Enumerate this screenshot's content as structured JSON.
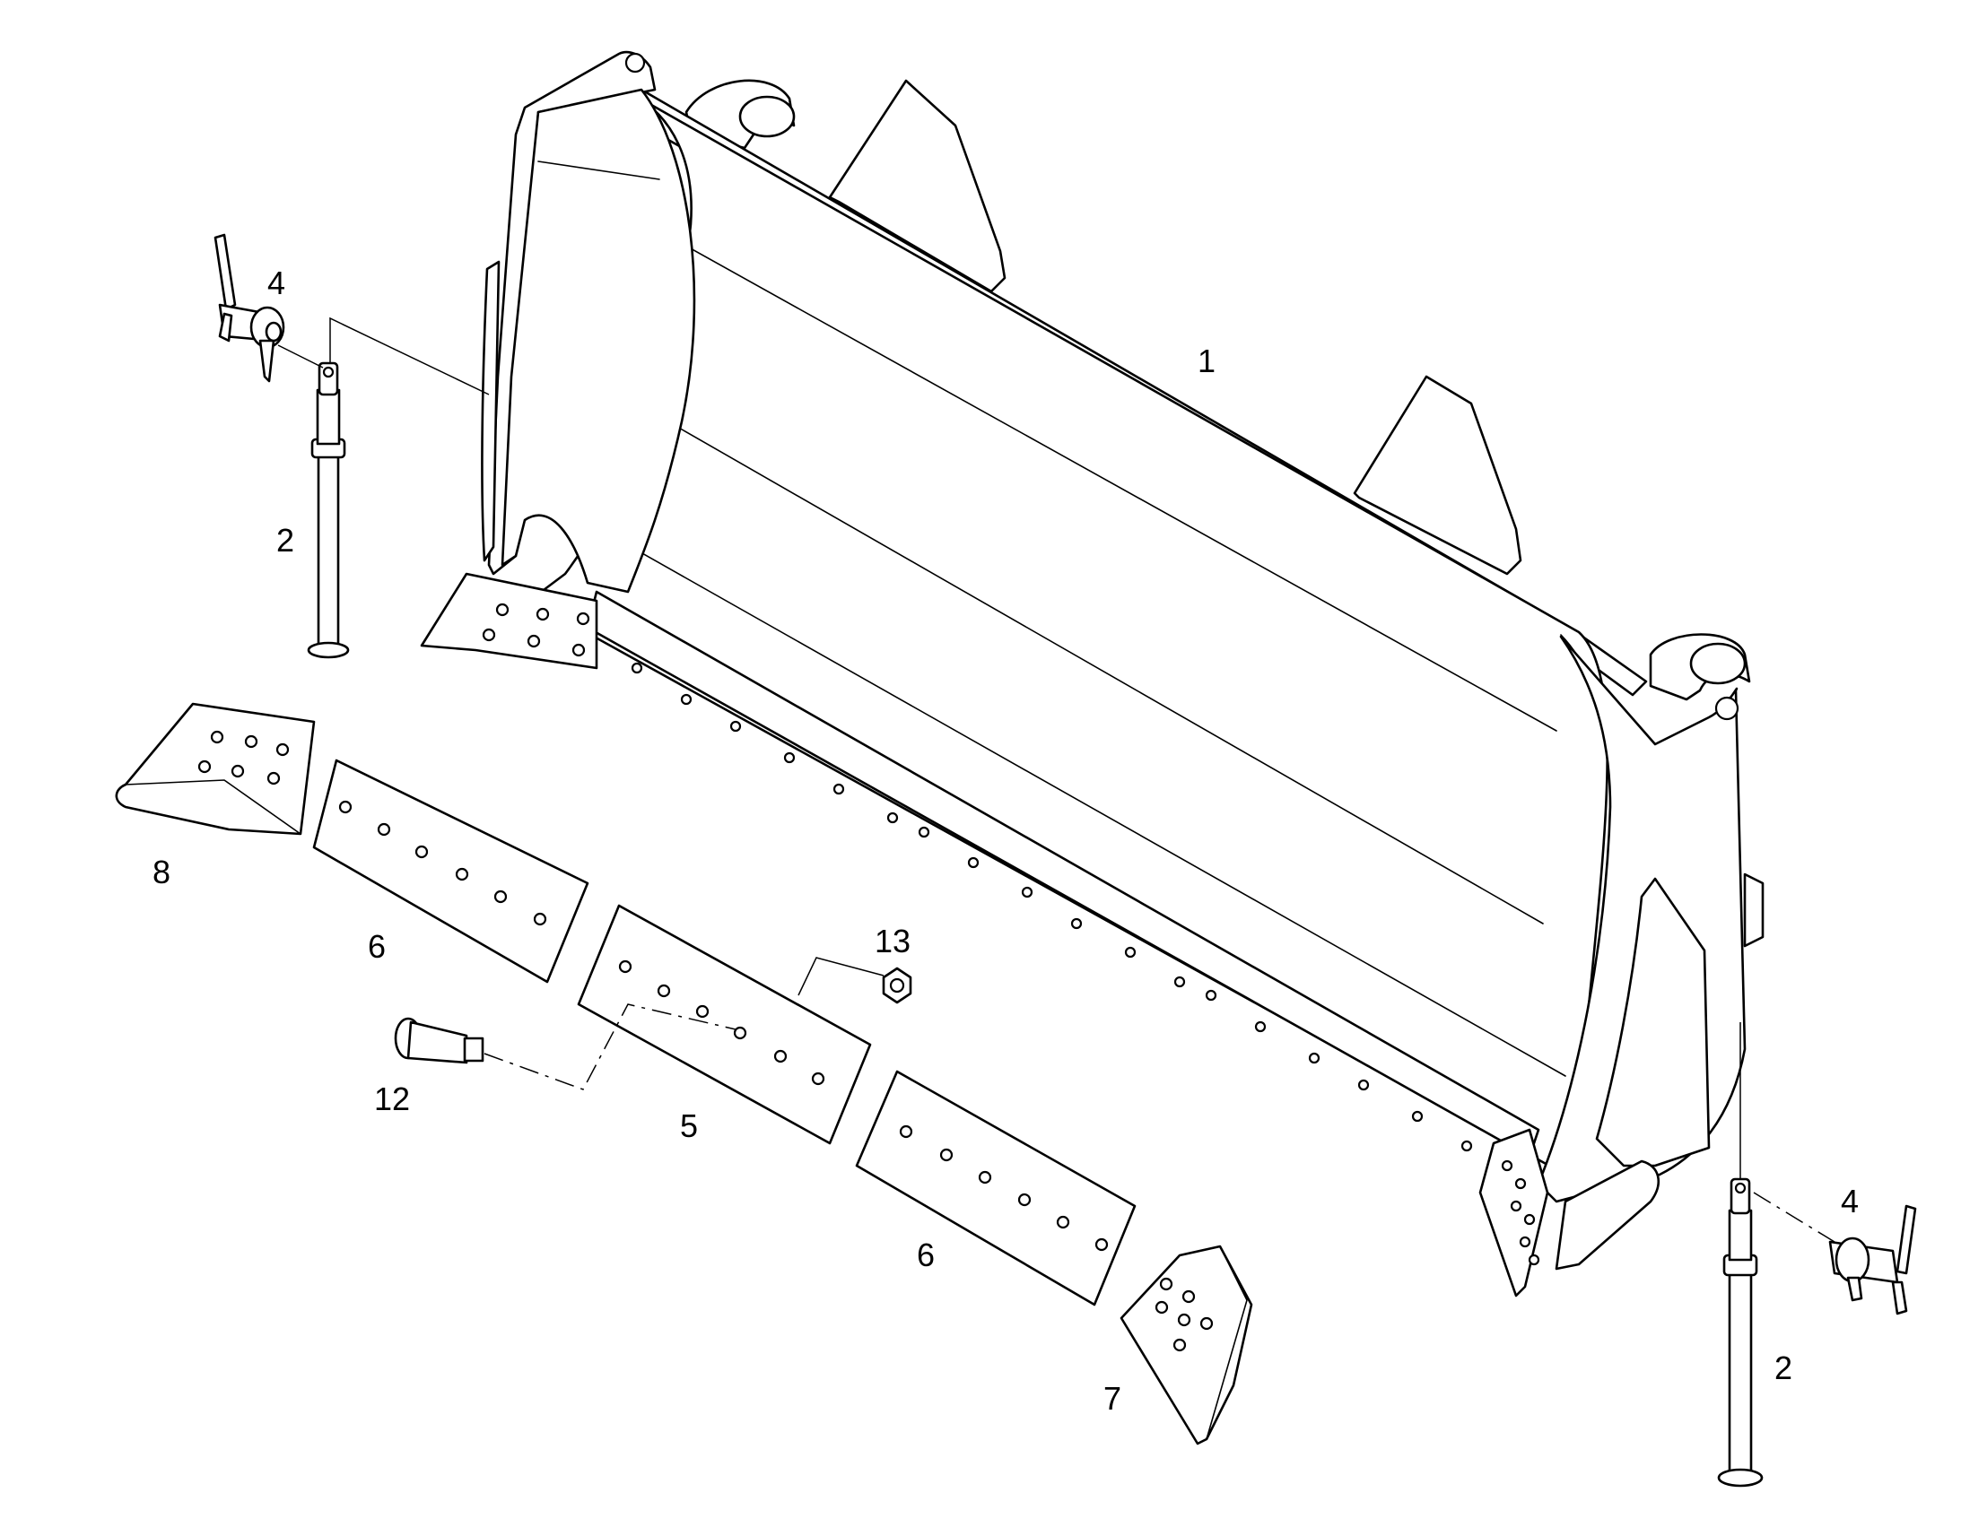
{
  "callouts": {
    "blade": "1",
    "pin_left": "2",
    "pin_right": "2",
    "clip_left": "4",
    "clip_right": "4",
    "center_edge": "5",
    "edge_left": "6",
    "edge_right": "6",
    "end_bit_right": "7",
    "end_bit_left": "8",
    "bolt": "12",
    "nut": "13"
  },
  "colors": {
    "line": "#000000",
    "background": "#ffffff"
  }
}
